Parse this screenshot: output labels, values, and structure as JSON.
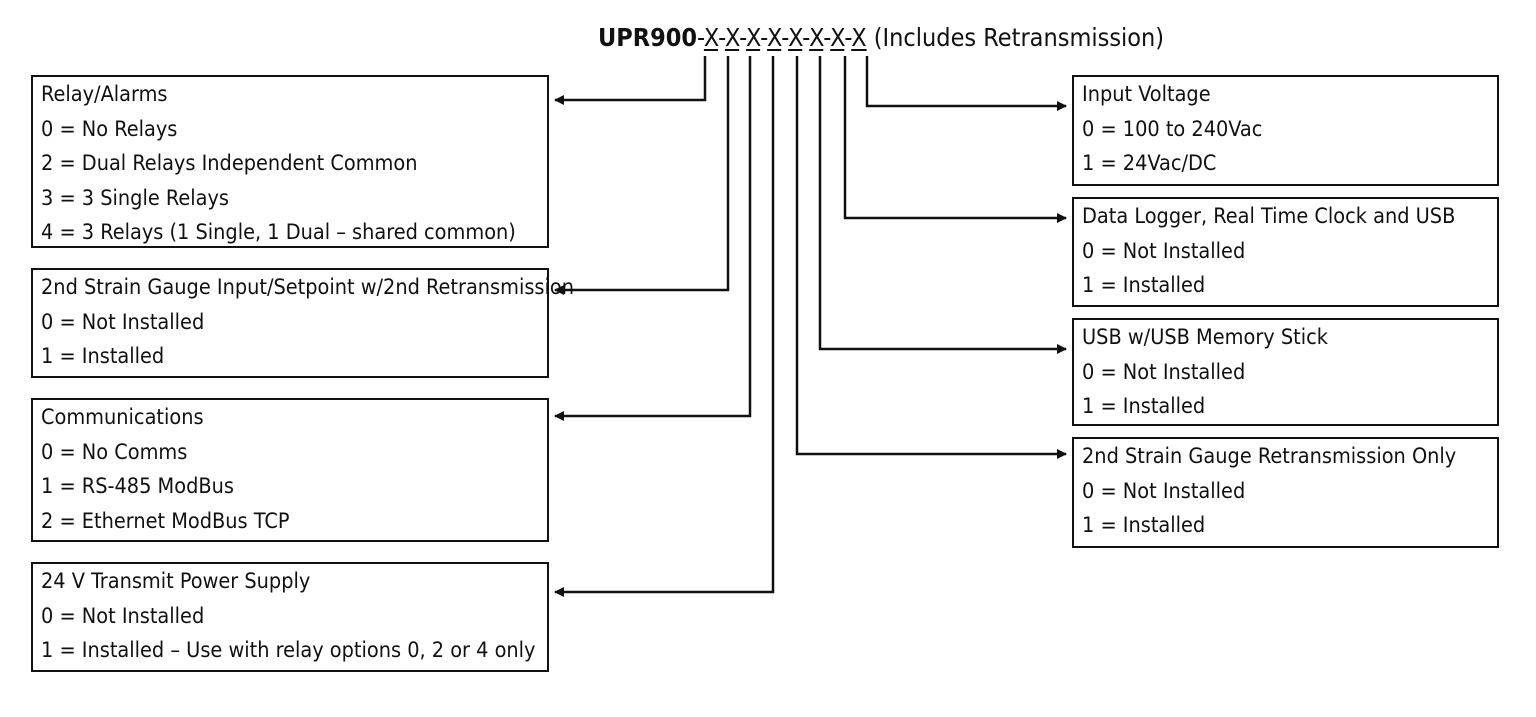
{
  "header": {
    "model": "UPR900",
    "dash": "-",
    "positions": [
      "X",
      "X",
      "X",
      "X",
      "X",
      "X",
      "X",
      "X"
    ],
    "suffix": " (Includes Retransmission)"
  },
  "options": [
    {
      "id": "relay",
      "title": "Relay/Alarms",
      "items": [
        "0 = No Relays",
        "2 = Dual Relays Independent Common",
        "3 = 3 Single Relays",
        "4 = 3 Relays (1 Single, 1 Dual – shared common)"
      ]
    },
    {
      "id": "strain2",
      "title": "2nd Strain Gauge Input/Setpoint w/2nd Retransmission",
      "items": [
        "0 = Not Installed",
        "1 = Installed"
      ]
    },
    {
      "id": "comms",
      "title": "Communications",
      "items": [
        "0 = No Comms",
        "1 = RS-485 ModBus",
        "2 = Ethernet ModBus TCP"
      ]
    },
    {
      "id": "psu",
      "title": "24 V Transmit Power Supply",
      "items": [
        "0 = Not Installed",
        "1 = Installed – Use with relay options 0, 2 or 4 only"
      ]
    },
    {
      "id": "retrans2",
      "title": "2nd Strain Gauge Retransmission Only",
      "items": [
        "0 = Not Installed",
        "1 = Installed"
      ]
    },
    {
      "id": "usb",
      "title": "USB w/USB Memory Stick",
      "items": [
        "0 = Not Installed",
        "1 = Installed"
      ]
    },
    {
      "id": "logger",
      "title": "Data Logger, Real Time Clock and USB",
      "items": [
        "0 = Not Installed",
        "1 = Installed"
      ]
    },
    {
      "id": "voltage",
      "title": "Input Voltage",
      "items": [
        "0 = 100 to 240Vac",
        "1 = 24Vac/DC"
      ]
    }
  ]
}
